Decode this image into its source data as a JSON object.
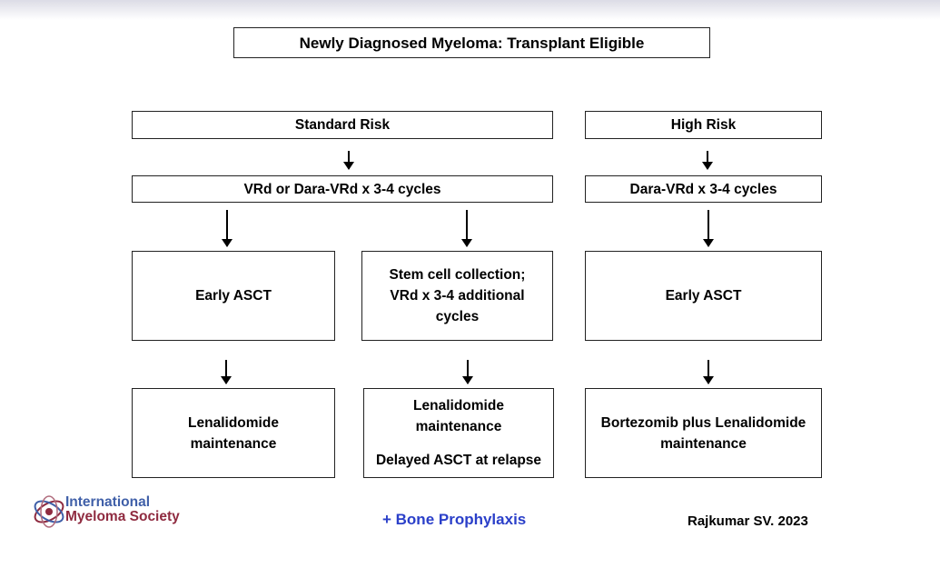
{
  "title": "Newly Diagnosed Myeloma: Transplant Eligible",
  "standard_risk": {
    "label": "Standard Risk",
    "induction": "VRd or Dara-VRd x 3-4 cycles",
    "left_step": "Early ASCT",
    "right_step": [
      "Stem cell collection;",
      "VRd x 3-4 additional",
      "cycles"
    ],
    "left_maintenance": [
      "Lenalidomide",
      "maintenance"
    ],
    "right_maintenance": [
      "Lenalidomide",
      "maintenance",
      "Delayed ASCT at relapse"
    ]
  },
  "high_risk": {
    "label": "High Risk",
    "induction": "Dara-VRd x 3-4 cycles",
    "step": "Early ASCT",
    "maintenance": [
      "Bortezomib plus Lenalidomide",
      "maintenance"
    ]
  },
  "footer": {
    "logo_line1": "International",
    "logo_line2": "Myeloma Society",
    "prophylaxis": "+ Bone Prophylaxis",
    "citation": "Rajkumar SV. 2023"
  },
  "colors": {
    "prophylaxis": "#2a3fc9",
    "logo_blue": "#3f5fa8",
    "logo_maroon": "#8f2b40"
  }
}
